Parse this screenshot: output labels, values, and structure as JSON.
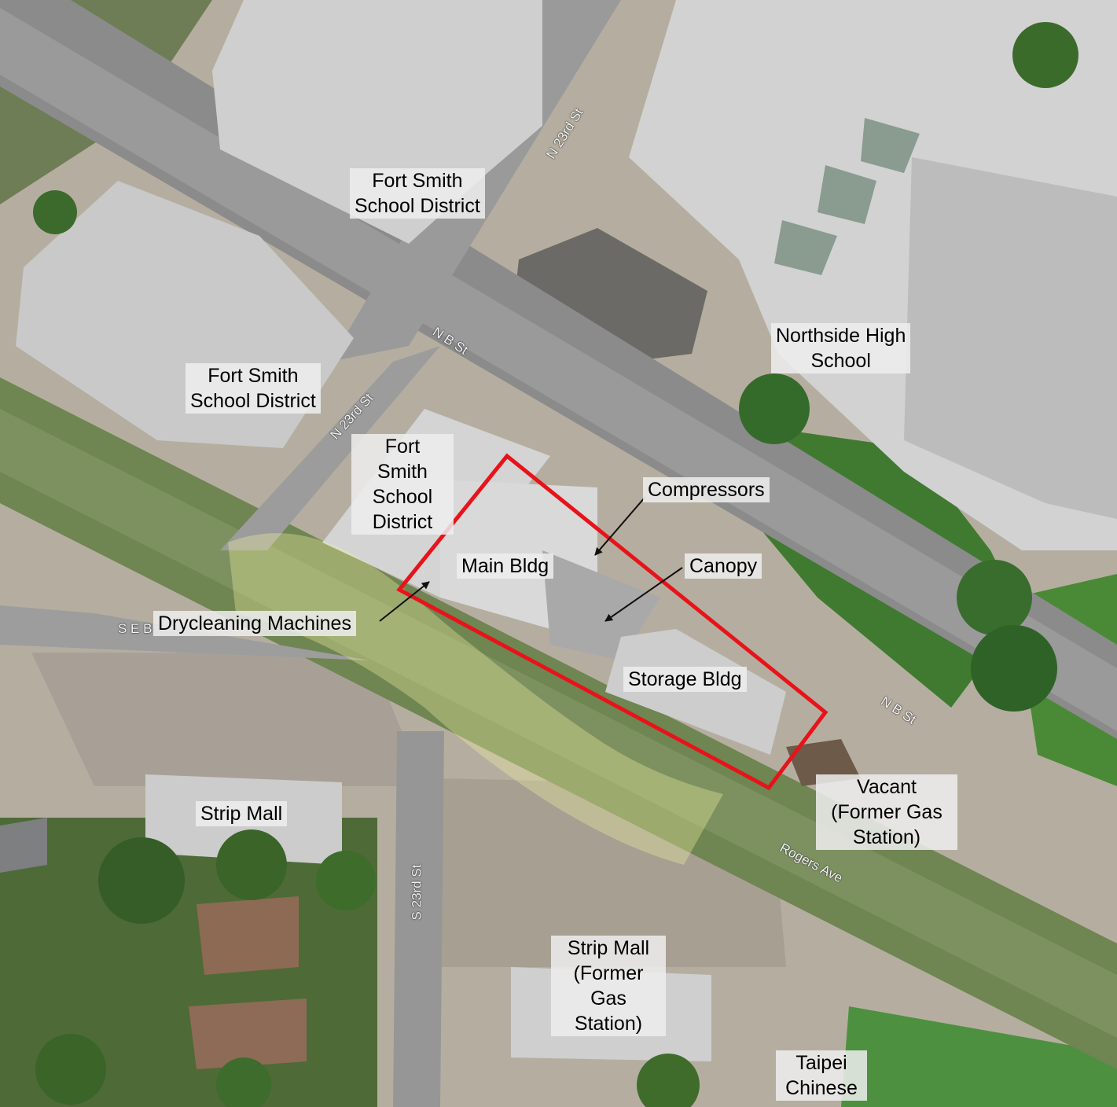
{
  "labels": {
    "fssd_top": "Fort Smith\nSchool District",
    "fssd_left": "Fort Smith\nSchool District",
    "fssd_center": "Fort\nSmith\nSchool\nDistrict",
    "northside": "Northside High\nSchool",
    "compressors": "Compressors",
    "canopy": "Canopy",
    "main_bldg": "Main Bldg",
    "drycleaning": "Drycleaning Machines",
    "storage_bldg": "Storage Bldg",
    "strip_mall_left": "Strip Mall",
    "vacant": "Vacant\n(Former Gas\nStation)",
    "strip_mall_bottom": "Strip Mall\n(Former\nGas\nStation)",
    "taipei": "Taipei\nChinese"
  },
  "streets": {
    "n23_top": "N 23rd St",
    "n23_left": "N 23rd St",
    "nb_upper": "N B St",
    "nb_lower": "N B St",
    "s23": "S 23rd St",
    "rogers": "Rogers Ave",
    "seb": "S E B"
  },
  "colors": {
    "site_boundary": "#e8131a",
    "pointer": "#111111",
    "label_background": "#eeeeee"
  }
}
